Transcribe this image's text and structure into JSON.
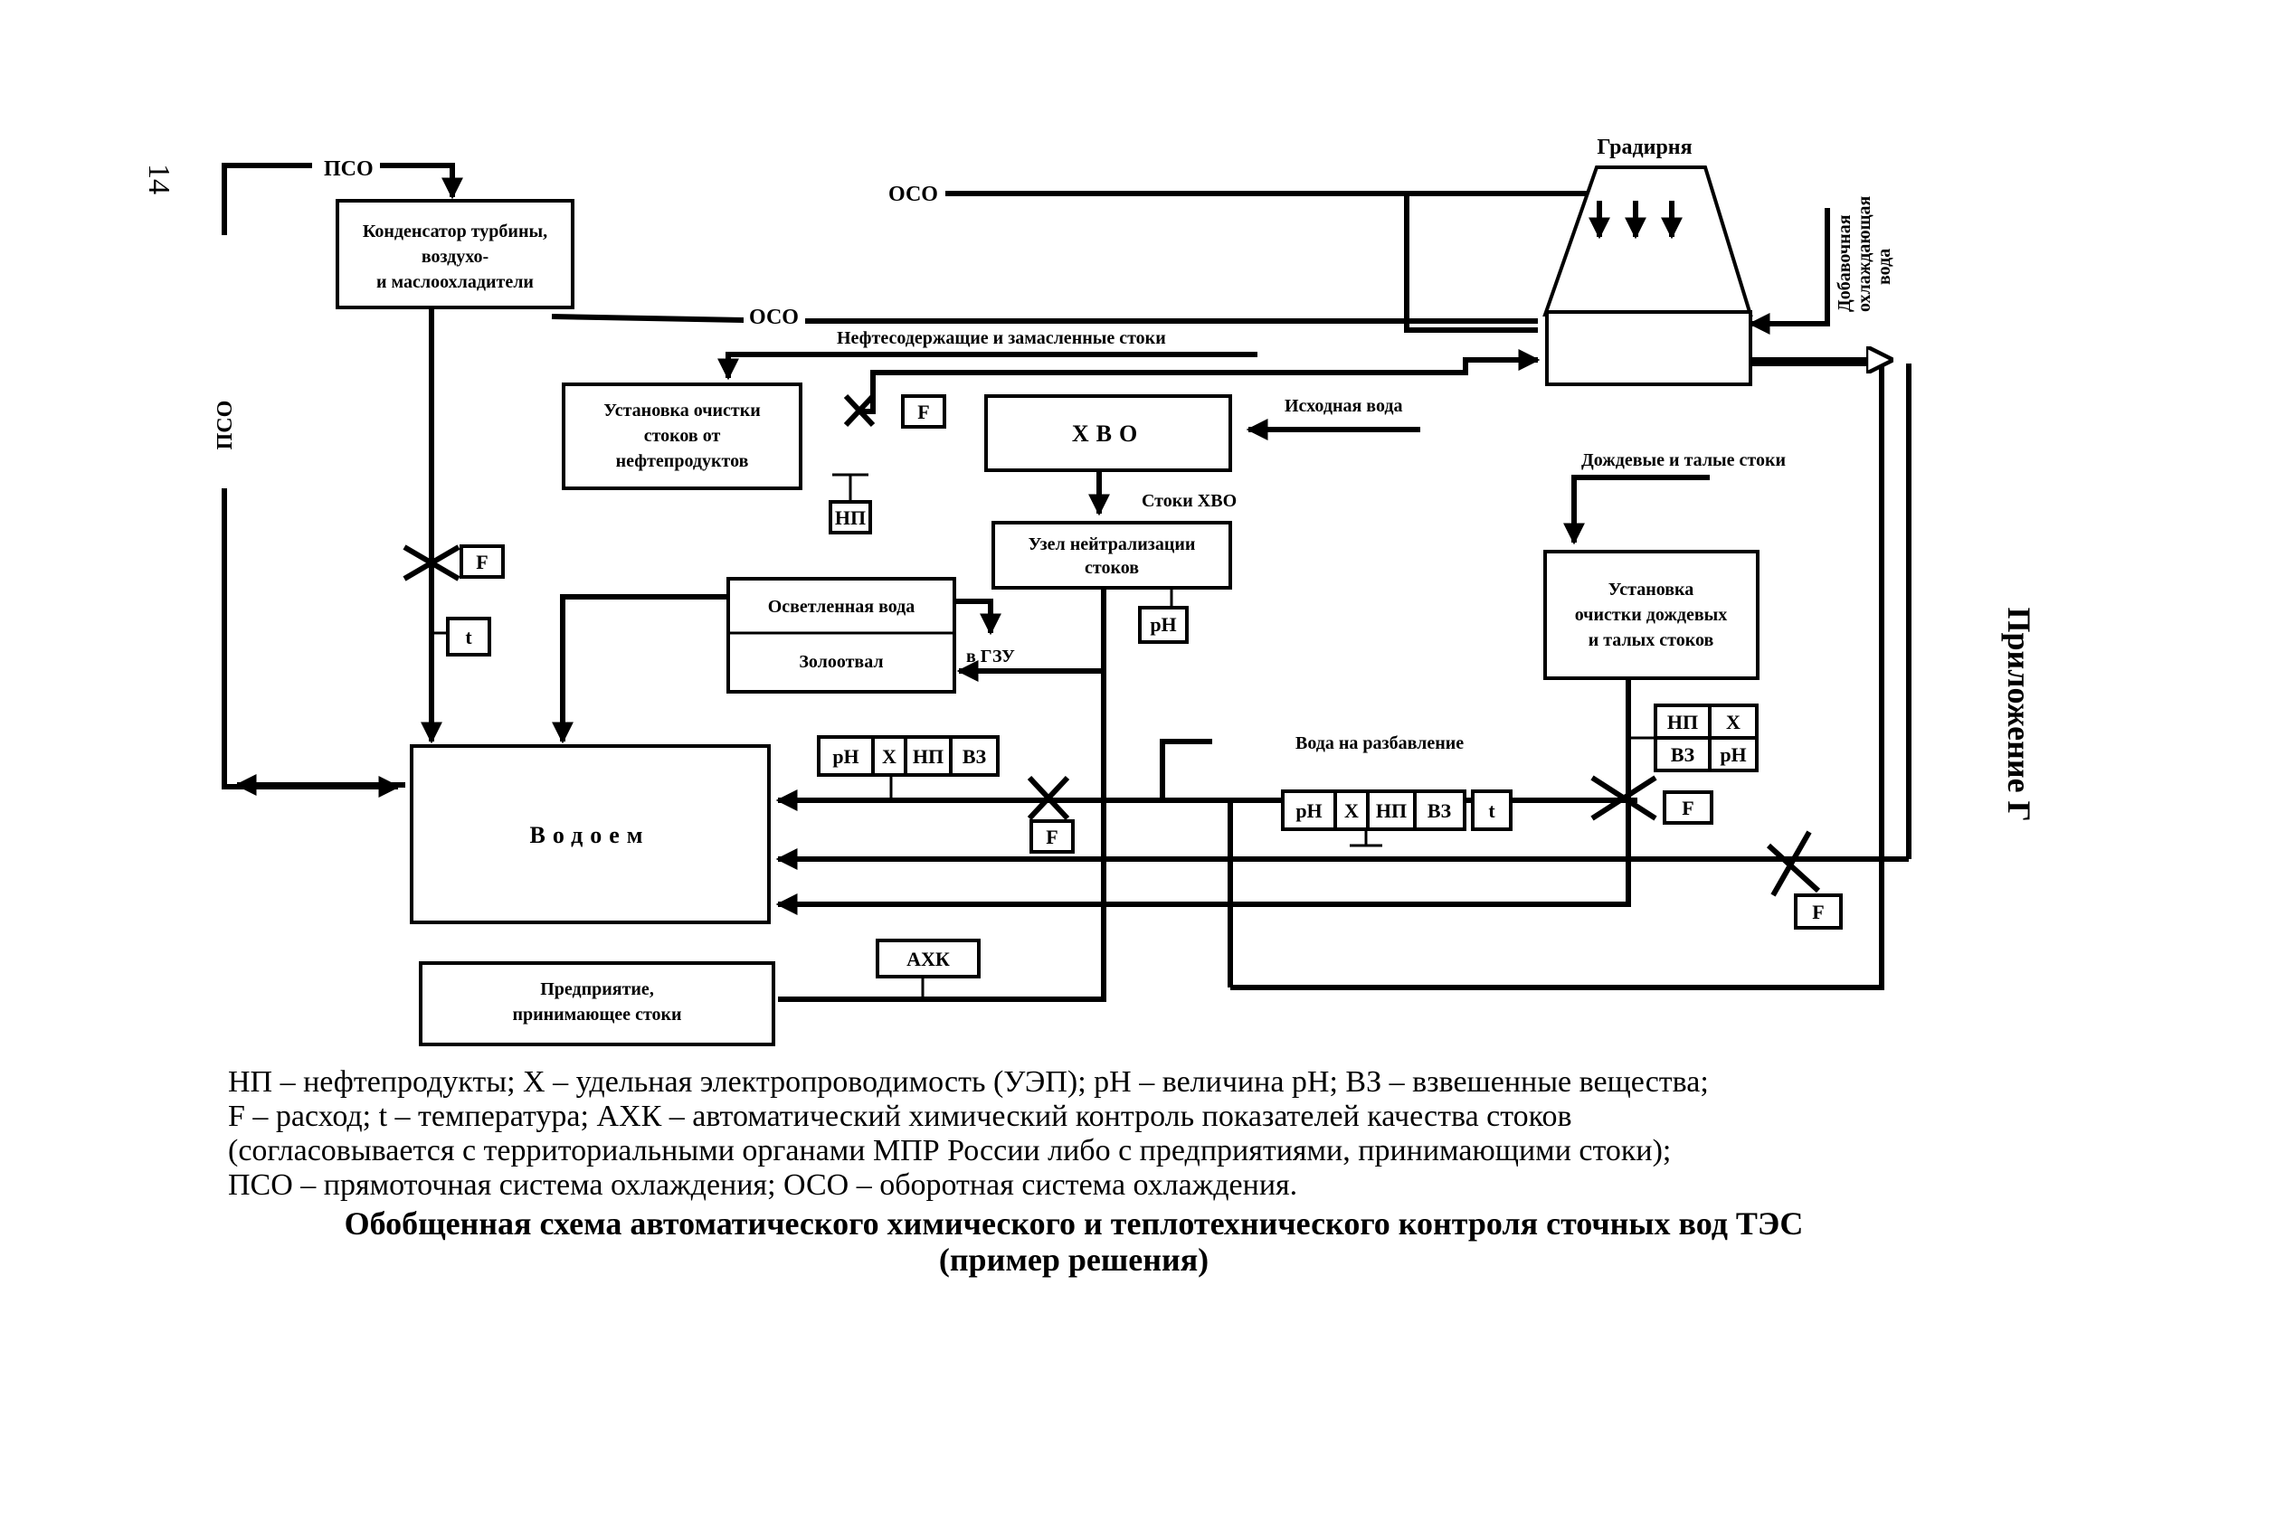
{
  "page_number": "14",
  "appendix": "Приложение Г",
  "blocks": {
    "condenser": [
      "Конденсатор турбины,",
      "воздухо-",
      "и маслоохладители"
    ],
    "cooling_tower": "Градирня",
    "oil_treatment": [
      "Установка очистки",
      "стоков от",
      "нефтепродуктов"
    ],
    "hvo": "ХВО",
    "neutralization": [
      "Узел нейтрализации",
      "стоков"
    ],
    "clarified_water": "Осветленная вода",
    "ash_dump": "Золоотвал",
    "rain_treatment": [
      "Установка",
      "очистки дождевых",
      "и талых стоков"
    ],
    "reservoir": "Водоем",
    "enterprise": [
      "Предприятие,",
      "принимающее стоки"
    ]
  },
  "flow_labels": {
    "pso_top": "ПСО",
    "pso_left": "ПСО",
    "oso_top": "ОСО",
    "oso_mid": "ОСО",
    "oily": "Нефтесодержащие и замасленные стоки",
    "source_water": "Исходная вода",
    "hvo_drains": "Стоки ХВО",
    "rain": "Дождевые и талые стоки",
    "dilution": "Вода на разбавление",
    "to_gzu": "в ГЗУ",
    "makeup": [
      "Добавочная",
      "охлаждающая",
      "вода"
    ]
  },
  "instruments": {
    "F": "F",
    "t": "t",
    "np": "НП",
    "ph": "pH",
    "x": "Х",
    "vz": "ВЗ",
    "akh": "АХК"
  },
  "legend": [
    "НП – нефтепродукты; Х – удельная электропроводимость (УЭП); рН – величина рН; ВЗ – взвешенные вещества;",
    "F – расход; t – температура; АХК – автоматический химический контроль показателей качества стоков",
    "(согласовывается с территориальными органами МПР России либо с предприятиями, принимающими стоки);",
    "ПСО – прямоточная система охлаждения; ОСО – оборотная система охлаждения."
  ],
  "caption": [
    "Обобщенная схема  автоматического химического и теплотехнического контроля сточных вод ТЭС",
    "(пример решения)"
  ]
}
